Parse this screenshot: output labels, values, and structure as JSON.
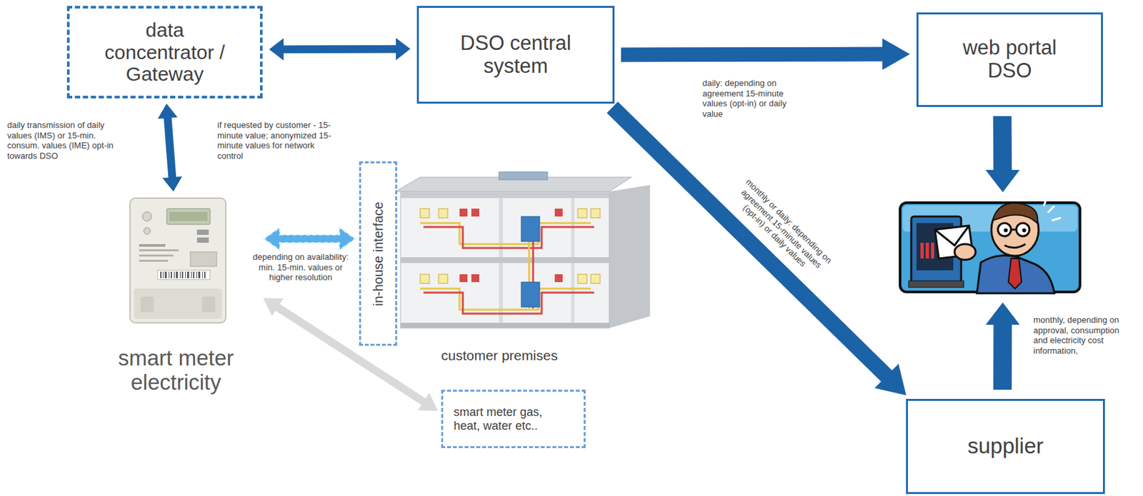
{
  "diagram": {
    "nodes": [
      {
        "text": [
          "data concentrator / Gateway"
        ]
      },
      {
        "text": [
          "DSO central system"
        ]
      },
      {
        "text": [
          "web portal DSO"
        ]
      },
      {
        "text": [
          "smart meter electricity"
        ]
      },
      {
        "text": [
          "in-house interface"
        ]
      },
      {
        "text": [
          "customer premises"
        ]
      },
      {
        "text": [
          "smart meter gas, heat, water etc.."
        ]
      },
      {
        "text": []
      },
      {
        "text": [
          "supplier"
        ]
      }
    ],
    "edges": [
      {
        "from": 0,
        "to": 1,
        "arrow": "both"
      },
      {
        "from": 0,
        "to": 3,
        "arrow": "both",
        "label": "daily transmission of daily values (IMS) or 15-min. consum. values (IME) opt-in towards DSO"
      },
      {
        "from": 3,
        "to": 4,
        "arrow": "both",
        "label": "depending on availability: min. 15-min. values or higher resolution"
      },
      {
        "from": 3,
        "to": 6,
        "arrow": "both"
      },
      {
        "from": 1,
        "to": 2,
        "arrow": "to",
        "label": "daily: depending on agreement 15-minute values (opt-in) or daily value"
      },
      {
        "from": 1,
        "to": 8,
        "arrow": "to",
        "label": "monthly or daily: depending on agreement 15-minute values (opt-in) or daily values"
      },
      {
        "from": 2,
        "to": 7,
        "arrow": "to"
      },
      {
        "from": 8,
        "to": 7,
        "arrow": "to",
        "label": "monthly, depending on approval, consumption and electricity cost information,"
      }
    ],
    "labels": [
      "if requested by customer - 15-minute value; anonymized 15-minute values for network control"
    ]
  }
}
